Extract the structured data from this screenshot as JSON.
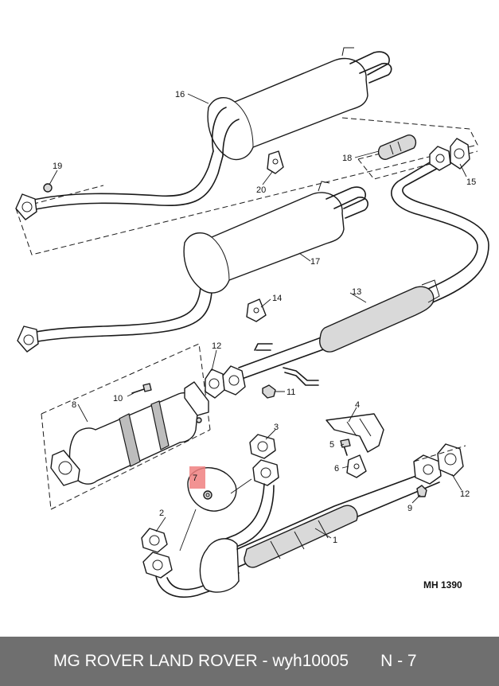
{
  "callouts": {
    "c1": "1",
    "c2": "2",
    "c3": "3",
    "c4": "4",
    "c5": "5",
    "c6": "6",
    "c7": "7",
    "c8": "8",
    "c9": "9",
    "c10": "10",
    "c11": "11",
    "c12a": "12",
    "c12b": "12",
    "c13": "13",
    "c14": "14",
    "c15": "15",
    "c16": "16",
    "c17": "17",
    "c18": "18",
    "c19": "19",
    "c20": "20"
  },
  "drawing_ref": "MH 1390",
  "highlight": {
    "part": "7",
    "color": "#f08080"
  },
  "footer": {
    "title": "MG ROVER LAND ROVER - wyh10005",
    "code": "N - 7",
    "background": "#6f6f6f"
  }
}
